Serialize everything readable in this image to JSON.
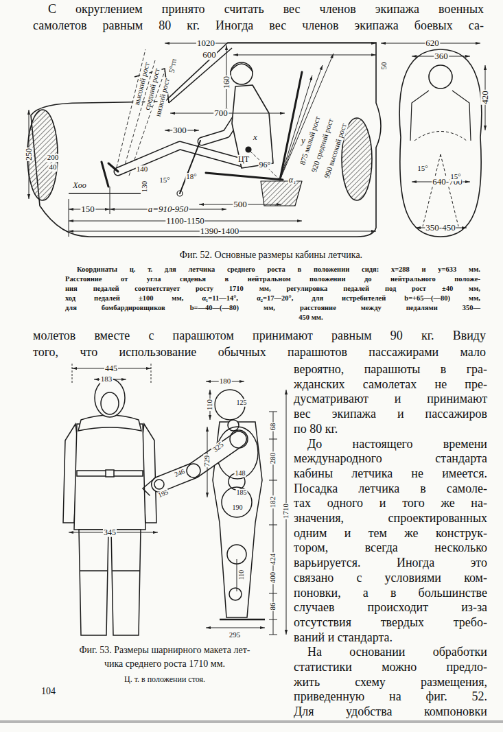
{
  "diagram": {
    "caption": "Фиг. 52. Основные размеры кабины летчика.",
    "labels": [
      "С округлением принято считать вес членов экипажа военных",
      "самолетов равным 80 кг. Иногда вес членов экипажа боевых са-",
      "1020",
      "600",
      "620",
      "360",
      "5°тп",
      "50",
      "160",
      "высокий рост",
      "средний рост",
      "низкий рост",
      "700",
      "300",
      "x",
      "y",
      "ЦТ",
      "96°",
      "α₁",
      "875 малый рост",
      "920 средний рост",
      "990 высокий рост",
      "250",
      "200",
      "40",
      "140",
      "15°",
      "18°",
      "130",
      "Xоо",
      "150",
      "a=910-950",
      "500",
      "1100-1150",
      "1390-1400",
      "420",
      "640-700",
      "15°",
      "15°",
      "350-450",
      "Координаты ц. т. для летчика среднего роста в положении сидя: x=288 и y=633 мм.",
      "Расстояние от угла сиденья в нейтральном положении до нейтрального положе-",
      "ния педалей соответствует росту 1710 мм, регулировка педалей под рост ±40 мм,",
      "ход педалей ±100 мм, α₁=11—14°, α₂=17—20°, для истребителей b=+65—(—80) мм,",
      "для бомбардировщиков b=—40—(—80) мм, расстояние между педалями 350—",
      "450 мм.",
      "молетов вместе с парашютом принимают равным 90 кг. Ввиду",
      "того, что использование обычных парашютов пассажирами мало",
      "вероятно, парашюты в гра-",
      "жданских самолетах не пре-",
      "дусматривают и принимают",
      "вес экипажа и пассажиров",
      "по 80 кг.",
      "До настоящего времени",
      "международного стандарта",
      "кабины летчика не имеется.",
      "Посадка летчика в самоле-",
      "тах одного и того же на-",
      "значения, спроектированных",
      "одним и тем же конструк-",
      "тором, всегда несколько",
      "варьируется. Иногда это",
      "связано с условиями ком-",
      "поновки, а в большинстве",
      "случаев происходит из-за",
      "отсутствия твердых требо-",
      "ваний и стандарта.",
      "На основании обработки",
      "статистики можно предло-",
      "жить схему размещения,",
      "приведенную на фиг. 52.",
      "Для удобства компоновки",
      "445",
      "183",
      "345",
      "180",
      "110",
      "125",
      "68",
      "729",
      "325",
      "280",
      "148",
      "185",
      "190",
      "182",
      "424",
      "1710",
      "195",
      "246",
      "110",
      "400",
      "86",
      "295",
      "Фиг. 53. Размеры шарнирного макета лет-",
      "чика среднего роста 1710 мм.",
      "Ц. т. в положении стоя.",
      "104"
    ]
  }
}
